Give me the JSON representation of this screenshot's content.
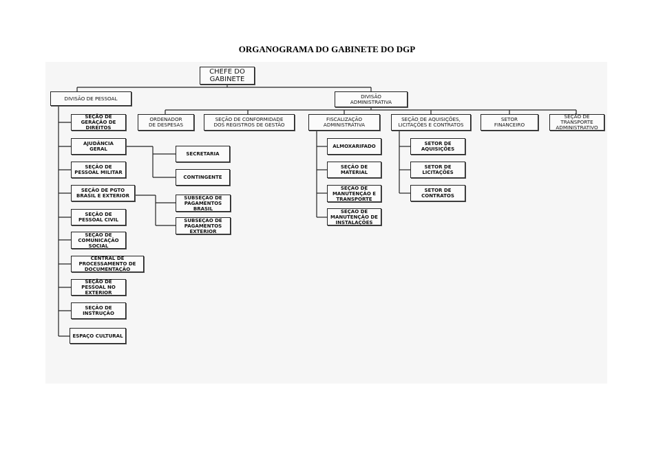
{
  "title": "ORGANOGRAMA DO GABINETE DO DGP",
  "top": {
    "chefe": "CHEFE DO\nGABINETE"
  },
  "divisions": {
    "pessoal": "DIVISÃO DE PESSOAL",
    "administrativa": "DIVISÃO\nADMINISTRATIVA"
  },
  "pessoal_units": [
    "SEÇÃO DE\nGERAÇÃO DE\nDIREITOS",
    "AJUDÂNCIA\nGERAL",
    "SEÇÃO DE\nPESSOAL MILITAR",
    "SEÇÃO DE PGTO\nBRASIL E EXTERIOR",
    "SEÇÃO DE\nPESSOAL CIVIL",
    "SEÇÃO DE\nCOMUNICAÇÃO\nSOCIAL",
    "CENTRAL DE\nPROCESSAMENTO DE\nDOCUMENTAÇÃO",
    "SEÇÃO DE\nPESSOAL NO\nEXTERIOR",
    "SEÇÃO DE\nINSTRUÇÃO",
    "ESPAÇO CULTURAL"
  ],
  "ajudancia_units": [
    "SECRETARIA",
    "CONTINGENTE"
  ],
  "pgto_units": [
    "SUBSEÇÃO DE\nPAGAMENTOS\nBRASIL",
    "SUBSEÇÃO DE\nPAGAMENTOS\nEXTERIOR"
  ],
  "admin_units": [
    "ORDENADOR\nDE DESPESAS",
    "SEÇÃO DE CONFORMIDADE\nDOS REGISTROS DE GESTÃO",
    "FISCALIZAÇÃO\nADMINISTRATIVA",
    "SEÇÃO DE AQUISIÇÕES,\nLICITAÇÕES E CONTRATOS",
    "SETOR\nFINANCEIRO",
    "SEÇÃO DE\nTRANSPORTE\nADMINISTRATIVO"
  ],
  "fiscalizacao_units": [
    "ALMOXARIFADO",
    "SEÇÃO DE\nMATERIAL",
    "SEÇÃO DE\nMANUTENÇÃO E\nTRANSPORTE",
    "SEÇÃO DE\nMANUTENÇÃO DE\nINSTALAÇÕES"
  ],
  "aquisicoes_units": [
    "SETOR DE\nAQUISIÇÕES",
    "SETOR DE\nLICITAÇÕES",
    "SETOR DE\nCONTRATOS"
  ]
}
